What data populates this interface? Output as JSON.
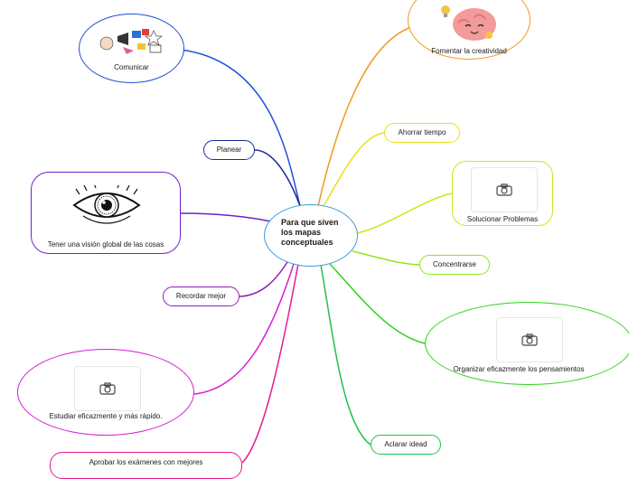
{
  "central": {
    "title": "Para que siven los mapas conceptuales",
    "line1": "Para que siven",
    "line2": "los mapas",
    "line3": "conceptuales",
    "border": "#3a9ad9"
  },
  "branches": {
    "comunicar": {
      "label": "Comunicar",
      "color": "#1e4fd8",
      "icon": "communication-clipart-icon"
    },
    "fomentar": {
      "label": "Fomentar la creatividad",
      "color": "#f29a1f",
      "icon": "happy-brain-icon"
    },
    "planear": {
      "label": "Planear",
      "color": "#1e2a9c"
    },
    "ahorrar": {
      "label": "Ahorrar tiempo",
      "color": "#e8e01c"
    },
    "vision": {
      "label": "Tener una visión global de las cosas",
      "color": "#6e22c9",
      "icon": "eye-icon"
    },
    "solucionar": {
      "label": "Solucionar Problemas",
      "color": "#c9e81c",
      "icon": "camera-icon"
    },
    "concentrarse": {
      "label": "Concentrarse",
      "color": "#8fe81c"
    },
    "recordar": {
      "label": "Recordar mejor",
      "color": "#8f1fb8"
    },
    "organizar": {
      "label": "Organizar eficazmente los pensamientos",
      "color": "#2fd21a",
      "icon": "camera-icon"
    },
    "estudiar": {
      "label": "Estudiar eficazmente y más rápido.",
      "color": "#d41fd4",
      "icon": "camera-icon"
    },
    "aclarar": {
      "label": "Aclarar idead",
      "color": "#1ec24a"
    },
    "aprobar": {
      "label": "Aprobar los exámenes con mejores",
      "color": "#e81c8f"
    }
  }
}
